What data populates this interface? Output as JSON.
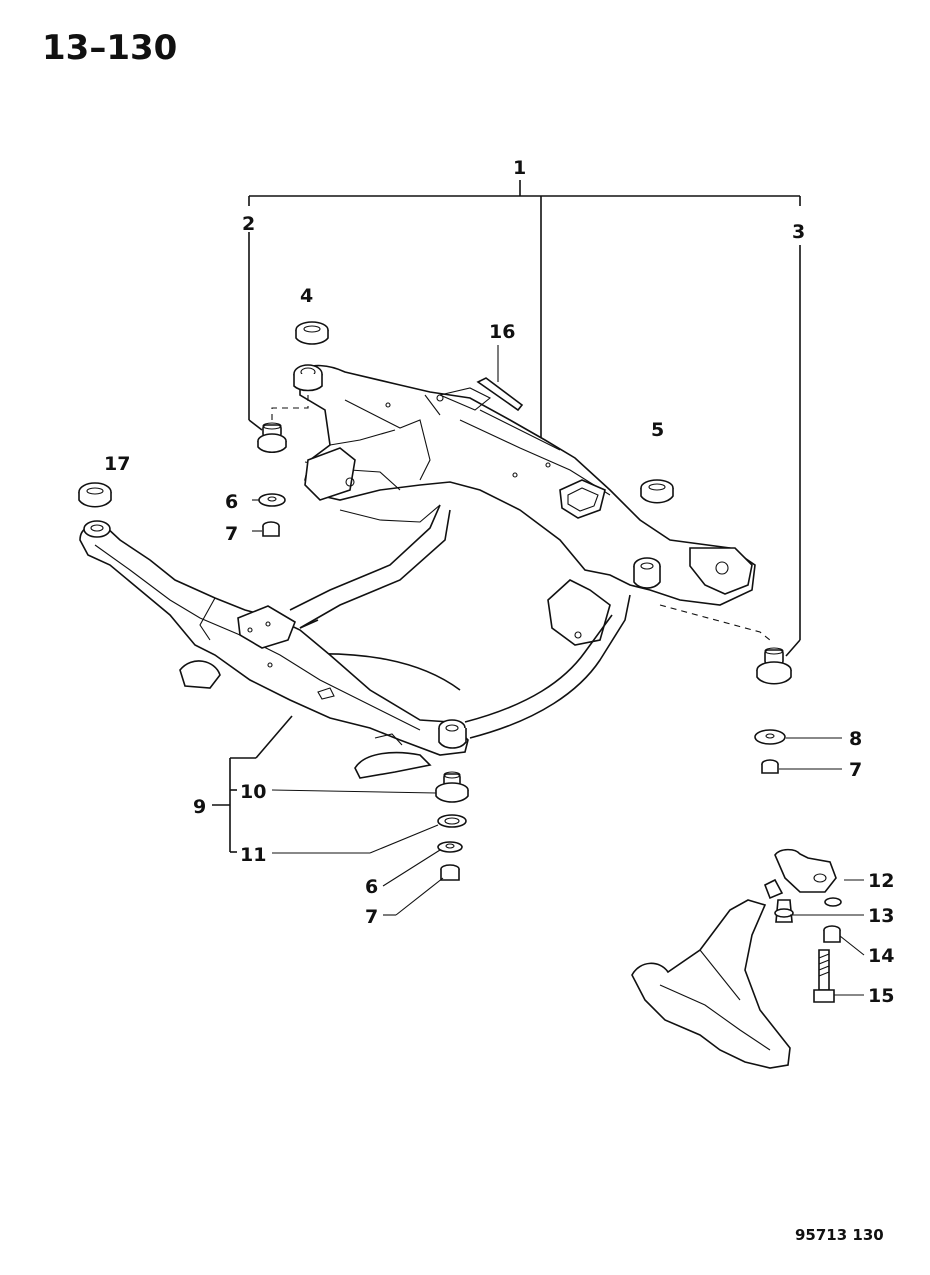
{
  "page_number": "13–130",
  "drawing_code": "95713 130",
  "callouts": {
    "c1": "1",
    "c2": "2",
    "c3": "3",
    "c4": "4",
    "c5": "5",
    "c6a": "6",
    "c6b": "6",
    "c7a": "7",
    "c7b": "7",
    "c7c": "7",
    "c8": "8",
    "c9": "9",
    "c10": "10",
    "c11": "11",
    "c12": "12",
    "c13": "13",
    "c14": "14",
    "c15": "15",
    "c16": "16",
    "c17": "17"
  }
}
